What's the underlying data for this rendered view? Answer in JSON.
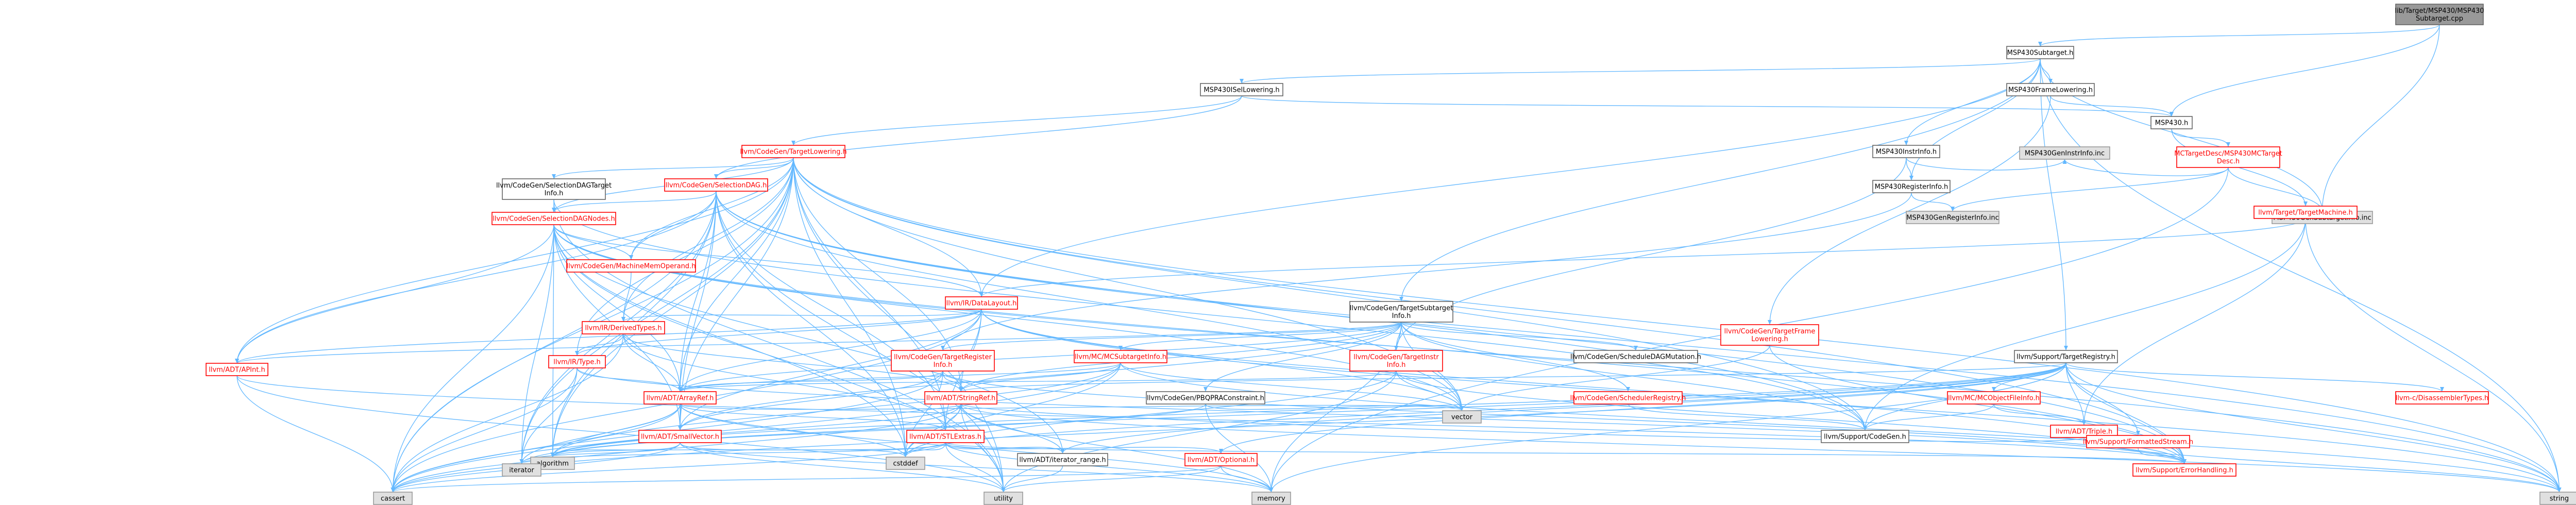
{
  "colors": {
    "edge": "#63b8ff",
    "root_fill": "#999999",
    "external_fill": "#e0e0e0",
    "truncated": "#ff0000"
  },
  "nodes": [
    {
      "id": "root",
      "label": "lib/Target/MSP430/MSP430\nSubtarget.cpp",
      "kind": "root"
    },
    {
      "id": "st",
      "label": "MSP430Subtarget.h",
      "kind": "normal"
    },
    {
      "id": "isel",
      "label": "MSP430ISelLowering.h",
      "kind": "normal"
    },
    {
      "id": "frame",
      "label": "MSP430FrameLowering.h",
      "kind": "normal"
    },
    {
      "id": "msp",
      "label": "MSP430.h",
      "kind": "normal"
    },
    {
      "id": "instr",
      "label": "MSP430InstrInfo.h",
      "kind": "normal"
    },
    {
      "id": "reginfo",
      "label": "MSP430RegisterInfo.h",
      "kind": "normal"
    },
    {
      "id": "geninstr",
      "label": "MSP430GenInstrInfo.inc",
      "kind": "ext"
    },
    {
      "id": "genreg",
      "label": "MSP430GenRegisterInfo.inc",
      "kind": "ext"
    },
    {
      "id": "gensub",
      "label": "MSP430GenSubtargetInfo.inc",
      "kind": "ext"
    },
    {
      "id": "mctd",
      "label": "MCTargetDesc/MSP430MCTarget\nDesc.h",
      "kind": "red"
    },
    {
      "id": "tm",
      "label": "llvm/Target/TargetMachine.h",
      "kind": "red"
    },
    {
      "id": "tlow",
      "label": "llvm/CodeGen/TargetLowering.h",
      "kind": "red"
    },
    {
      "id": "seldagti",
      "label": "llvm/CodeGen/SelectionDAGTarget\nInfo.h",
      "kind": "normal"
    },
    {
      "id": "seldag",
      "label": "llvm/CodeGen/SelectionDAG.h",
      "kind": "red"
    },
    {
      "id": "seldagn",
      "label": "llvm/CodeGen/SelectionDAGNodes.h",
      "kind": "red"
    },
    {
      "id": "mmo",
      "label": "llvm/CodeGen/MachineMemOperand.h",
      "kind": "red"
    },
    {
      "id": "dl",
      "label": "llvm/IR/DataLayout.h",
      "kind": "red"
    },
    {
      "id": "dtypes",
      "label": "llvm/IR/DerivedTypes.h",
      "kind": "red"
    },
    {
      "id": "type",
      "label": "llvm/IR/Type.h",
      "kind": "red"
    },
    {
      "id": "apint",
      "label": "llvm/ADT/APInt.h",
      "kind": "red"
    },
    {
      "id": "arrayref",
      "label": "llvm/ADT/ArrayRef.h",
      "kind": "red"
    },
    {
      "id": "smallvec",
      "label": "llvm/ADT/SmallVector.h",
      "kind": "red"
    },
    {
      "id": "stlextras",
      "label": "llvm/ADT/STLExtras.h",
      "kind": "red"
    },
    {
      "id": "strref",
      "label": "llvm/ADT/StringRef.h",
      "kind": "red"
    },
    {
      "id": "optional",
      "label": "llvm/ADT/Optional.h",
      "kind": "red"
    },
    {
      "id": "triple",
      "label": "llvm/ADT/Triple.h",
      "kind": "red"
    },
    {
      "id": "iterrange",
      "label": "llvm/ADT/iterator_range.h",
      "kind": "normal"
    },
    {
      "id": "tsi",
      "label": "llvm/CodeGen/TargetSubtarget\nInfo.h",
      "kind": "normal"
    },
    {
      "id": "tframe",
      "label": "llvm/CodeGen/TargetFrame\nLowering.h",
      "kind": "red"
    },
    {
      "id": "treg",
      "label": "llvm/CodeGen/TargetRegister\nInfo.h",
      "kind": "red"
    },
    {
      "id": "tinstr",
      "label": "llvm/CodeGen/TargetInstr\nInfo.h",
      "kind": "red"
    },
    {
      "id": "mcsub",
      "label": "llvm/MC/MCSubtargetInfo.h",
      "kind": "red"
    },
    {
      "id": "pbqp",
      "label": "llvm/CodeGen/PBQPRAConstraint.h",
      "kind": "normal"
    },
    {
      "id": "schedmut",
      "label": "llvm/CodeGen/ScheduleDAGMutation.h",
      "kind": "normal"
    },
    {
      "id": "schedreg",
      "label": "llvm/CodeGen/SchedulerRegistry.h",
      "kind": "red"
    },
    {
      "id": "codegen",
      "label": "llvm/Support/CodeGen.h",
      "kind": "normal"
    },
    {
      "id": "targetreg",
      "label": "llvm/Support/TargetRegistry.h",
      "kind": "normal"
    },
    {
      "id": "disasm",
      "label": "llvm-c/DisassemblerTypes.h",
      "kind": "red"
    },
    {
      "id": "mcobj",
      "label": "llvm/MC/MCObjectFileInfo.h",
      "kind": "red"
    },
    {
      "id": "fmtstream",
      "label": "llvm/Support/FormattedStream.h",
      "kind": "red"
    },
    {
      "id": "errh",
      "label": "llvm/Support/ErrorHandling.h",
      "kind": "red"
    },
    {
      "id": "vector",
      "label": "vector",
      "kind": "ext"
    },
    {
      "id": "algorithm",
      "label": "algorithm",
      "kind": "ext"
    },
    {
      "id": "iterator",
      "label": "iterator",
      "kind": "ext"
    },
    {
      "id": "cstddef",
      "label": "cstddef",
      "kind": "ext"
    },
    {
      "id": "cassert",
      "label": "cassert",
      "kind": "ext"
    },
    {
      "id": "utility",
      "label": "utility",
      "kind": "ext"
    },
    {
      "id": "memory",
      "label": "memory",
      "kind": "ext"
    },
    {
      "id": "string",
      "label": "string",
      "kind": "ext"
    }
  ]
}
